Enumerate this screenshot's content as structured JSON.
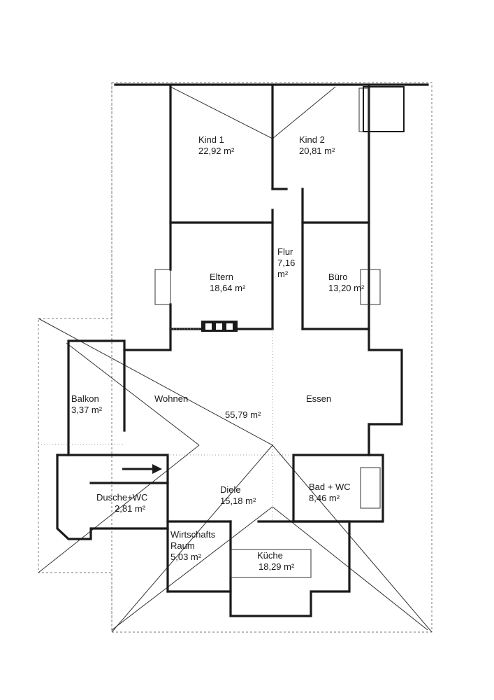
{
  "rooms": {
    "kind1": {
      "name": "Kind 1",
      "area": "22,92 m²"
    },
    "kind2": {
      "name": "Kind 2",
      "area": "20,81 m²"
    },
    "flur": {
      "name": "Flur",
      "area_value": "7,16",
      "area_unit": "m²"
    },
    "eltern": {
      "name": "Eltern",
      "area": "18,64 m²"
    },
    "buero": {
      "name": "Büro",
      "area": "13,20 m²"
    },
    "balkon": {
      "name": "Balkon",
      "area": "3,37 m²"
    },
    "wohnen": {
      "name": "Wohnen",
      "area": "55,79 m²"
    },
    "essen": {
      "name": "Essen"
    },
    "diele": {
      "name": "Diele",
      "area": "15,18 m²"
    },
    "bad": {
      "name": "Bad + WC",
      "area": "8,46 m²"
    },
    "dusche": {
      "name": "Dusche+WC",
      "area": "2,81 m²"
    },
    "wirtschaft": {
      "name_line1": "Wirtschafts",
      "name_line2": "Raum",
      "area": "5,03 m²"
    },
    "kueche": {
      "name": "Küche",
      "area": "18,29 m²"
    }
  }
}
